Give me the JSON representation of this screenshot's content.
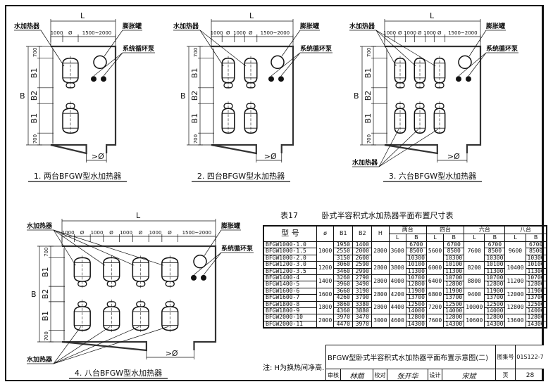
{
  "labels": {
    "heater": "水加热器",
    "expansion_tank": "膨胀罐",
    "pump": "系统循环泵",
    "L": "L",
    "B": "B",
    "B1": "B1",
    "B2": "B2",
    "d700": "700",
    "d1000": "1000",
    "phi": "Ø",
    "d1500_2000": "1500~2000",
    "door": ">Ø"
  },
  "plans": [
    {
      "caption": "1. 两台BFGW型水加热器",
      "units_per_row": 1
    },
    {
      "caption": "2. 四台BFGW型水加热器",
      "units_per_row": 2
    },
    {
      "caption": "3. 六台BFGW型水加热器",
      "units_per_row": 3
    },
    {
      "caption": "4. 八台BFGW型水加热器",
      "units_per_row": 4
    }
  ],
  "table": {
    "number": "表17",
    "title": "卧式半容积式水加热器平面布置尺寸表",
    "headers": {
      "model": "型 号",
      "phi": "ø",
      "b1": "B1",
      "b2": "B2",
      "h": "H",
      "groups": [
        "两台",
        "四台",
        "六台",
        "八台"
      ],
      "sub_l": "L",
      "sub_b": "B"
    },
    "groups": [
      {
        "phi": "1000",
        "h": "2800",
        "L": [
          "3600",
          "5600",
          "7600",
          "9600"
        ],
        "rows": [
          {
            "model": "BFGW1000-1.0",
            "b1": "1950",
            "b2": "1400",
            "B": "6700"
          },
          {
            "model": "BFGW1000-1.5",
            "b1": "2550",
            "b2": "2000",
            "B": "8500"
          },
          {
            "model": "BFGW1000-2.0",
            "b1": "3150",
            "b2": "2600",
            "B": "10300"
          }
        ]
      },
      {
        "phi": "1200",
        "h": "2800",
        "L": [
          "3800",
          "6000",
          "8200",
          "10400"
        ],
        "rows": [
          {
            "model": "BFGW1200-3.0",
            "b1": "3060",
            "b2": "2590",
            "B": "10100"
          },
          {
            "model": "BFGW1200-3.5",
            "b1": "3460",
            "b2": "2990",
            "B": "11300"
          }
        ]
      },
      {
        "phi": "1400",
        "h": "2800",
        "L": [
          "4000",
          "6400",
          "8800",
          "11200"
        ],
        "rows": [
          {
            "model": "BFGW1400-4",
            "b1": "3260",
            "b2": "2790",
            "B": "10700"
          },
          {
            "model": "BFGW1400-5",
            "b1": "3960",
            "b2": "3490",
            "B": "12800"
          }
        ]
      },
      {
        "phi": "1600",
        "h": "2800",
        "L": [
          "4200",
          "6800",
          "9400",
          "12000"
        ],
        "rows": [
          {
            "model": "BFGW1600-6",
            "b1": "3660",
            "b2": "3190",
            "B": "11900"
          },
          {
            "model": "BFGW1600-7",
            "b1": "4260",
            "b2": "3790",
            "B": "13700"
          }
        ]
      },
      {
        "phi": "1800",
        "h": "2800",
        "L": [
          "4400",
          "7200",
          "10000",
          "12800"
        ],
        "rows": [
          {
            "model": "BFGW1800-8",
            "b1": "3860",
            "b2": "3380",
            "B": "12500"
          },
          {
            "model": "BFGW1800-9",
            "b1": "4360",
            "b2": "3880",
            "B": "14000"
          }
        ]
      },
      {
        "phi": "2000",
        "h": "3000",
        "L": [
          "4600",
          "7600",
          "10600",
          "13600"
        ],
        "rows": [
          {
            "model": "BFGW2000-10",
            "b1": "3970",
            "b2": "3470",
            "B": "12800"
          },
          {
            "model": "BFGW2000-11",
            "b1": "4470",
            "b2": "3970",
            "B": "14300"
          }
        ]
      }
    ]
  },
  "note": "注:  H为换热间净高.",
  "title_block": {
    "drawing_title": "BFGW型卧式半容积式水加热器平面布置示意图(二)",
    "atlas_label": "图集号",
    "atlas_no": "01S122-7",
    "review_label": "审核",
    "review_sig": "林荫",
    "check_label": "校对",
    "check_sig": "张开华",
    "design_label": "设计",
    "design_sig": "宋斌",
    "page_label": "页",
    "page_no": "28"
  }
}
